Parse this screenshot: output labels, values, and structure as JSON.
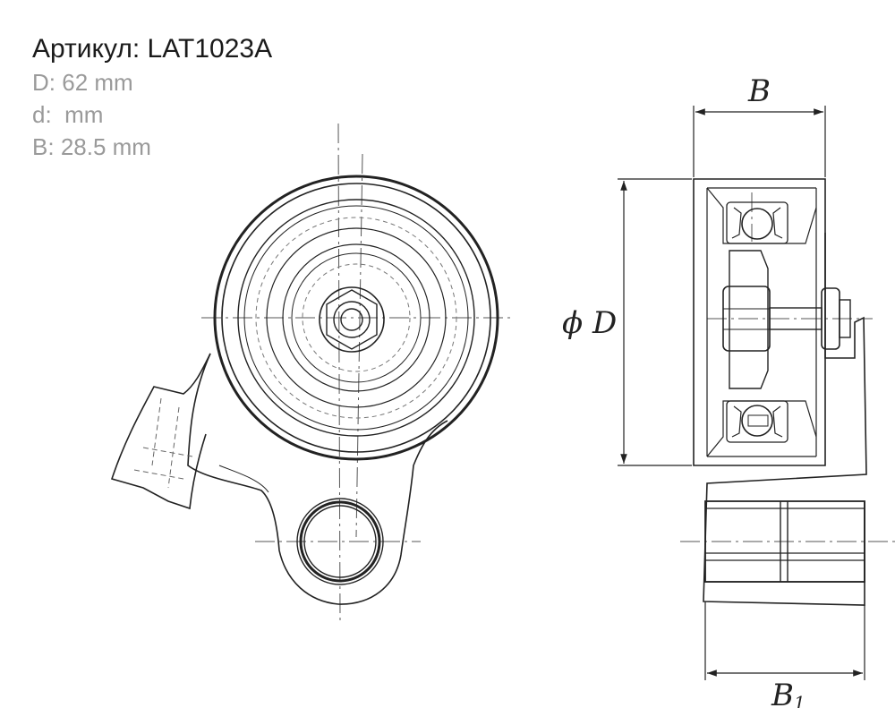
{
  "article": {
    "label": "Артикул:",
    "code": "LAT1023A"
  },
  "specs": [
    {
      "name": "D:",
      "value": "62 mm"
    },
    {
      "name": "d:",
      "value": " mm"
    },
    {
      "name": "B:",
      "value": "28.5 mm"
    }
  ],
  "dimension_labels": {
    "b": "B",
    "d_outer": "ϕ D",
    "b1": "B",
    "b1_sub": "1"
  }
}
